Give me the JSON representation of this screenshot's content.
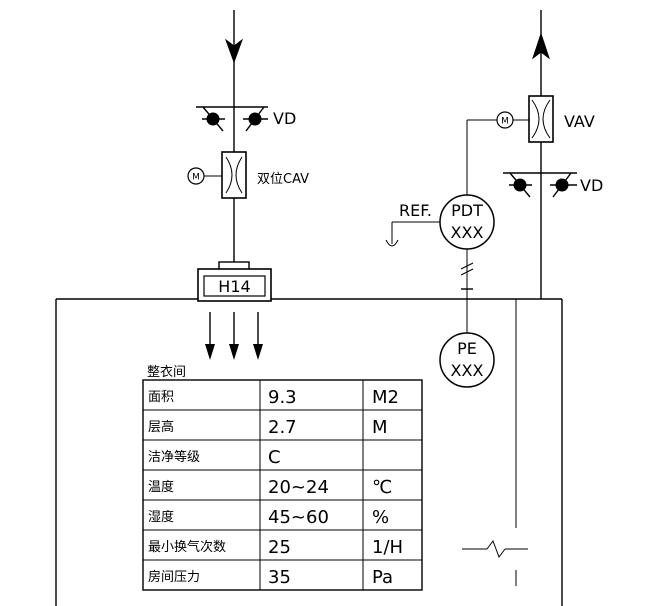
{
  "labels": {
    "vd_left": "VD",
    "cav": "双位CAV",
    "motor": "M",
    "hepa": "H14",
    "vav": "VAV",
    "vd_right": "VD",
    "ref": "REF.",
    "pdt_line1": "PDT",
    "pdt_line2": "XXX",
    "pe_line1": "PE",
    "pe_line2": "XXX"
  },
  "table": {
    "title": "整衣间",
    "rows": [
      {
        "name": "面积",
        "value": "9.3",
        "unit": "M2"
      },
      {
        "name": "层高",
        "value": "2.7",
        "unit": "M"
      },
      {
        "name": "洁净等级",
        "value": "C",
        "unit": ""
      },
      {
        "name": "温度",
        "value": "20~24",
        "unit": "℃"
      },
      {
        "name": "湿度",
        "value": "45~60",
        "unit": "%"
      },
      {
        "name": "最小换气次数",
        "value": "25",
        "unit": "1/H"
      },
      {
        "name": "房间压力",
        "value": "35",
        "unit": "Pa"
      }
    ]
  }
}
